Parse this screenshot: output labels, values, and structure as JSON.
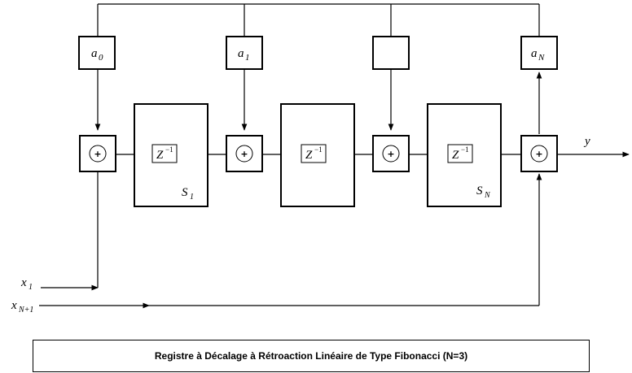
{
  "coefficients": [
    {
      "main": "a",
      "sub": "0"
    },
    {
      "main": "a",
      "sub": "1"
    },
    {
      "main": "",
      "sub": ""
    },
    {
      "main": "a",
      "sub": "N"
    }
  ],
  "delays": [
    {
      "op_main": "Z",
      "op_sup": "−1",
      "label_main": "S",
      "label_sub": "1"
    },
    {
      "op_main": "Z",
      "op_sup": "−1",
      "label_main": "",
      "label_sub": ""
    },
    {
      "op_main": "Z",
      "op_sup": "−1",
      "label_main": "S",
      "label_sub": "N"
    }
  ],
  "adder_symbol": "+",
  "output": {
    "label": "y"
  },
  "inputs": [
    {
      "main": "x",
      "sub": "1"
    },
    {
      "main": "x",
      "sub": "N+1"
    }
  ],
  "caption": "Registre à Décalage à Rétroaction Linéaire de Type Fibonacci (N=3)"
}
